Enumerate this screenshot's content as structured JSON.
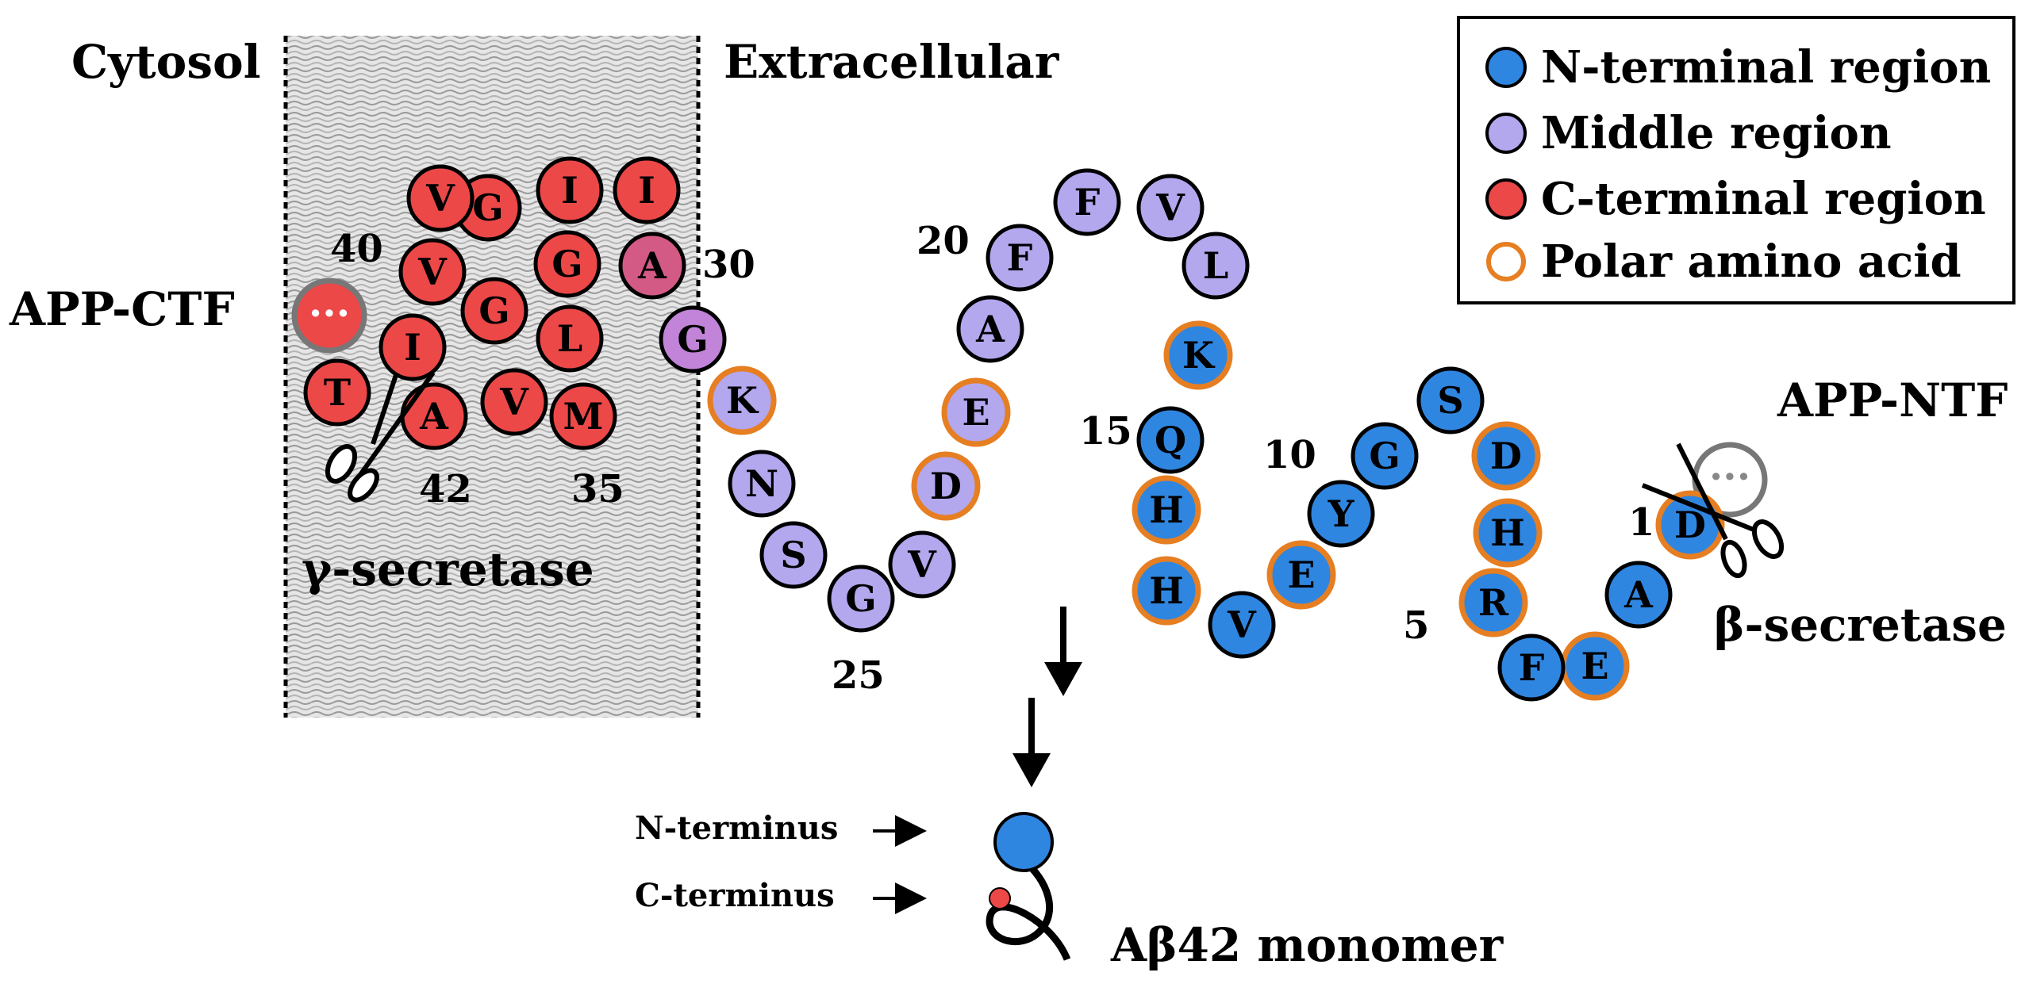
{
  "regions": {
    "cytosol": "Cytosol",
    "extracellular": "Extracellular"
  },
  "legend": [
    {
      "label": "N-terminal region",
      "fill": "#2f86e0",
      "stroke": "#000000"
    },
    {
      "label": "Middle region",
      "fill": "#b3a7ee",
      "stroke": "#000000"
    },
    {
      "label": "C-terminal region",
      "fill": "#ec4848",
      "stroke": "#000000"
    },
    {
      "label": "Polar amino acid",
      "fill": "#ffffff",
      "stroke": "#e67e22"
    }
  ],
  "fragments": {
    "app_ctf": "APP-CTF",
    "app_ntf": "APP-NTF",
    "ellipsis": "···"
  },
  "enzymes": {
    "gamma": "γ-secretase",
    "beta": "β-secretase"
  },
  "position_numbers": [
    "1",
    "5",
    "10",
    "15",
    "20",
    "25",
    "30",
    "35",
    "40",
    "42"
  ],
  "residues": [
    {
      "pos": 1,
      "letter": "D",
      "region": "N-terminal",
      "polar": true
    },
    {
      "pos": 2,
      "letter": "A",
      "region": "N-terminal",
      "polar": false
    },
    {
      "pos": 3,
      "letter": "E",
      "region": "N-terminal",
      "polar": true
    },
    {
      "pos": 4,
      "letter": "F",
      "region": "N-terminal",
      "polar": false
    },
    {
      "pos": 5,
      "letter": "R",
      "region": "N-terminal",
      "polar": true
    },
    {
      "pos": 6,
      "letter": "H",
      "region": "N-terminal",
      "polar": true
    },
    {
      "pos": 7,
      "letter": "D",
      "region": "N-terminal",
      "polar": true
    },
    {
      "pos": 8,
      "letter": "S",
      "region": "N-terminal",
      "polar": false
    },
    {
      "pos": 9,
      "letter": "G",
      "region": "N-terminal",
      "polar": false
    },
    {
      "pos": 10,
      "letter": "Y",
      "region": "N-terminal",
      "polar": false
    },
    {
      "pos": 11,
      "letter": "E",
      "region": "N-terminal",
      "polar": true
    },
    {
      "pos": 12,
      "letter": "V",
      "region": "N-terminal",
      "polar": false
    },
    {
      "pos": 13,
      "letter": "H",
      "region": "N-terminal",
      "polar": true
    },
    {
      "pos": 14,
      "letter": "H",
      "region": "N-terminal",
      "polar": true
    },
    {
      "pos": 15,
      "letter": "Q",
      "region": "N-terminal",
      "polar": false
    },
    {
      "pos": 16,
      "letter": "K",
      "region": "N-terminal",
      "polar": true
    },
    {
      "pos": 17,
      "letter": "L",
      "region": "Middle",
      "polar": false
    },
    {
      "pos": 18,
      "letter": "V",
      "region": "Middle",
      "polar": false
    },
    {
      "pos": 19,
      "letter": "F",
      "region": "Middle",
      "polar": false
    },
    {
      "pos": 20,
      "letter": "F",
      "region": "Middle",
      "polar": false
    },
    {
      "pos": 21,
      "letter": "A",
      "region": "Middle",
      "polar": false
    },
    {
      "pos": 22,
      "letter": "E",
      "region": "Middle",
      "polar": true
    },
    {
      "pos": 23,
      "letter": "D",
      "region": "Middle",
      "polar": true
    },
    {
      "pos": 24,
      "letter": "V",
      "region": "Middle",
      "polar": false
    },
    {
      "pos": 25,
      "letter": "G",
      "region": "Middle",
      "polar": false
    },
    {
      "pos": 26,
      "letter": "S",
      "region": "Middle",
      "polar": false
    },
    {
      "pos": 27,
      "letter": "N",
      "region": "Middle",
      "polar": false
    },
    {
      "pos": 28,
      "letter": "K",
      "region": "Middle",
      "polar": true
    },
    {
      "pos": 29,
      "letter": "G",
      "region": "Middle-C",
      "polar": false
    },
    {
      "pos": 30,
      "letter": "A",
      "region": "C-Middle",
      "polar": false
    },
    {
      "pos": 31,
      "letter": "I",
      "region": "C-terminal",
      "polar": false
    },
    {
      "pos": 32,
      "letter": "I",
      "region": "C-terminal",
      "polar": false
    },
    {
      "pos": 33,
      "letter": "G",
      "region": "C-terminal",
      "polar": false
    },
    {
      "pos": 34,
      "letter": "L",
      "region": "C-terminal",
      "polar": false
    },
    {
      "pos": 35,
      "letter": "M",
      "region": "C-terminal",
      "polar": false
    },
    {
      "pos": 36,
      "letter": "V",
      "region": "C-terminal",
      "polar": false
    },
    {
      "pos": 37,
      "letter": "G",
      "region": "C-terminal",
      "polar": false
    },
    {
      "pos": 38,
      "letter": "G",
      "region": "C-terminal",
      "polar": false
    },
    {
      "pos": 39,
      "letter": "V",
      "region": "C-terminal",
      "polar": false
    },
    {
      "pos": 40,
      "letter": "V",
      "region": "C-terminal",
      "polar": false
    },
    {
      "pos": 41,
      "letter": "I",
      "region": "C-terminal",
      "polar": false
    },
    {
      "pos": 42,
      "letter": "A",
      "region": "C-terminal",
      "polar": false
    },
    {
      "pos": 43,
      "letter": "T",
      "region": "C-terminal",
      "polar": false
    }
  ],
  "monomer": {
    "title": "Aβ42 monomer",
    "n_label": "N-terminus",
    "c_label": "C-terminus"
  },
  "colors": {
    "n_fill": "#2f86e0",
    "middle_fill": "#b3a7ee",
    "c_fill": "#ec4848",
    "mix_fill_a": "#d45a86",
    "mix_fill_g": "#c184d8",
    "polar_stroke": "#e67e22",
    "grey_stroke": "#777777"
  }
}
